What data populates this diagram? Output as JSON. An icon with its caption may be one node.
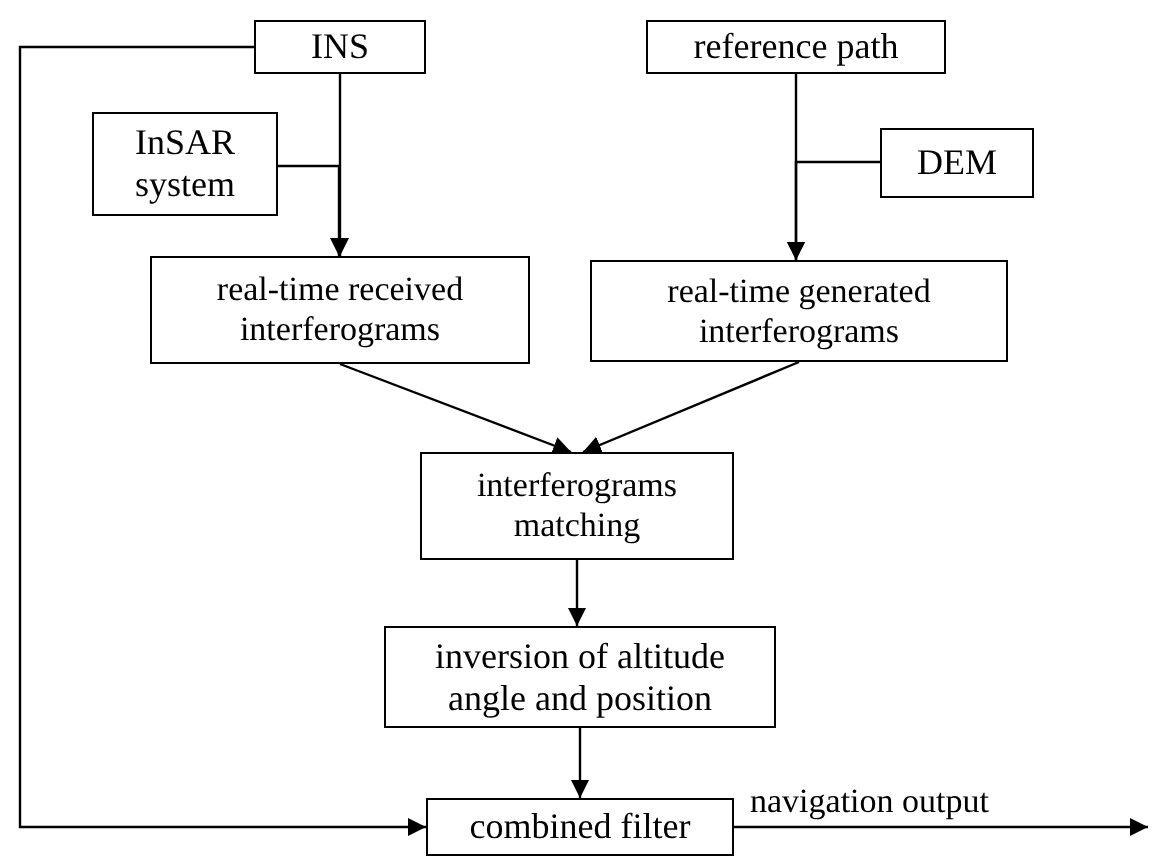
{
  "diagram": {
    "nodes": [
      {
        "text": [
          "INS"
        ]
      },
      {
        "text": [
          "reference path"
        ]
      },
      {
        "text": [
          "InSAR system"
        ]
      },
      {
        "text": [
          "DEM"
        ]
      },
      {
        "text": [
          "real-time received interferograms"
        ]
      },
      {
        "text": [
          "real-time generated interferograms"
        ]
      },
      {
        "text": [
          "interferograms matching"
        ]
      },
      {
        "text": [
          "inversion of altitude angle and position"
        ]
      },
      {
        "text": [
          "combined filter"
        ]
      }
    ],
    "edges": [
      {
        "from": 0,
        "to": 4,
        "arrow": "to"
      },
      {
        "from": 2,
        "to": 4,
        "arrow": "to"
      },
      {
        "from": 1,
        "to": 5,
        "arrow": "to"
      },
      {
        "from": 3,
        "to": 5,
        "arrow": "to"
      },
      {
        "from": 4,
        "to": 6,
        "arrow": "to"
      },
      {
        "from": 5,
        "to": 6,
        "arrow": "to"
      },
      {
        "from": 6,
        "to": 7,
        "arrow": "to"
      },
      {
        "from": 7,
        "to": 8,
        "arrow": "to"
      },
      {
        "from": 0,
        "to": 8,
        "arrow": "to"
      },
      {
        "from": 8,
        "to": null,
        "arrow": "to",
        "label": "navigation output"
      }
    ]
  }
}
